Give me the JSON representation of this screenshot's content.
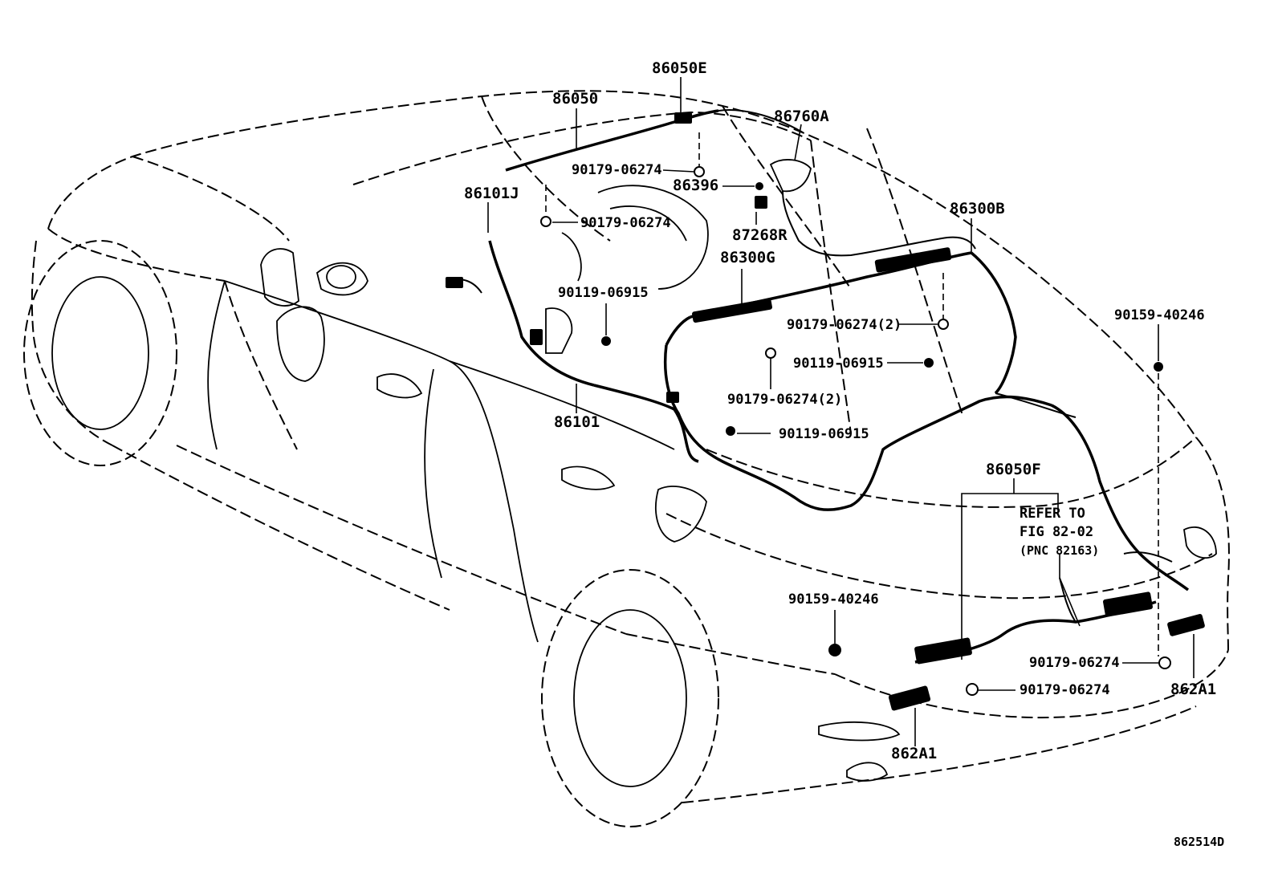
{
  "labels": {
    "p86050E": "86050E",
    "p86050": "86050",
    "p86760A": "86760A",
    "p90179_06274_a": "90179-06274",
    "p86396": "86396",
    "p86101J": "86101J",
    "p90179_06274_b": "90179-06274",
    "p87268R": "87268R",
    "p86300B": "86300B",
    "p86300G": "86300G",
    "p90119_06915_a": "90119-06915",
    "p90179_06274_2a": "90179-06274(2)",
    "p90159_40246_a": "90159-40246",
    "p90119_06915_b": "90119-06915",
    "p86101": "86101",
    "p90179_06274_2b": "90179-06274(2)",
    "p90119_06915_c": "90119-06915",
    "p86050F": "86050F",
    "p90159_40246_b": "90159-40246",
    "p90179_06274_c": "90179-06274",
    "p862A1_a": "862A1",
    "p90179_06274_d": "90179-06274",
    "p862A1_b": "862A1",
    "figure_code": "862514D"
  },
  "note": {
    "line1": "REFER TO",
    "line2": "FIG 82-02",
    "line3": "(PNC 82163)"
  }
}
